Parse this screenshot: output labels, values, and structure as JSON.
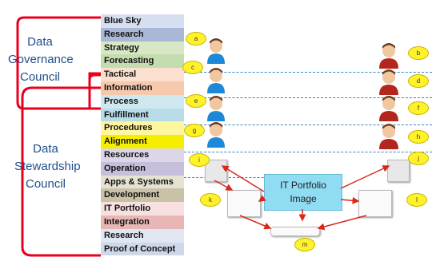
{
  "councils": {
    "governance": [
      "Data",
      "Governance",
      "Council"
    ],
    "stewardship": [
      "Data",
      "Stewardship",
      "Council"
    ]
  },
  "layers": [
    {
      "label": "Blue Sky",
      "color": "#d6dff0"
    },
    {
      "label": "Research",
      "color": "#aab8d8"
    },
    {
      "label": "Strategy",
      "color": "#d9e8c4"
    },
    {
      "label": "Forecasting",
      "color": "#c4ddb0"
    },
    {
      "label": "Tactical",
      "color": "#fbe0cf"
    },
    {
      "label": "Information",
      "color": "#f6c9ad"
    },
    {
      "label": "Process",
      "color": "#cfe8ef"
    },
    {
      "label": "Fulfillment",
      "color": "#b7dce8"
    },
    {
      "label": "Procedures",
      "color": "#fff6a0"
    },
    {
      "label": "Alignment",
      "color": "#f5ee00"
    },
    {
      "label": "Resources",
      "color": "#dcd6e8"
    },
    {
      "label": "Operation",
      "color": "#c6bedb"
    },
    {
      "label": "Apps & Systems",
      "color": "#e6e2d2"
    },
    {
      "label": "Development",
      "color": "#c9c2a6"
    },
    {
      "label": "IT Portfolio",
      "color": "#f8e0e0"
    },
    {
      "label": "Integration",
      "color": "#e9b6b6"
    },
    {
      "label": "Research",
      "color": "#e0e6f2"
    },
    {
      "label": "Proof of Concept",
      "color": "#cfd8ea"
    }
  ],
  "portfolio_box": [
    "IT Portfolio",
    "Image"
  ],
  "callouts": [
    "a",
    "b",
    "c",
    "d",
    "e",
    "f",
    "g",
    "h",
    "i",
    "j",
    "k",
    "l",
    "m"
  ],
  "colors": {
    "bracket": "#e8001c",
    "dash": "#2e86c8",
    "arrow": "#d9281b",
    "box": "#8fdcf3"
  }
}
